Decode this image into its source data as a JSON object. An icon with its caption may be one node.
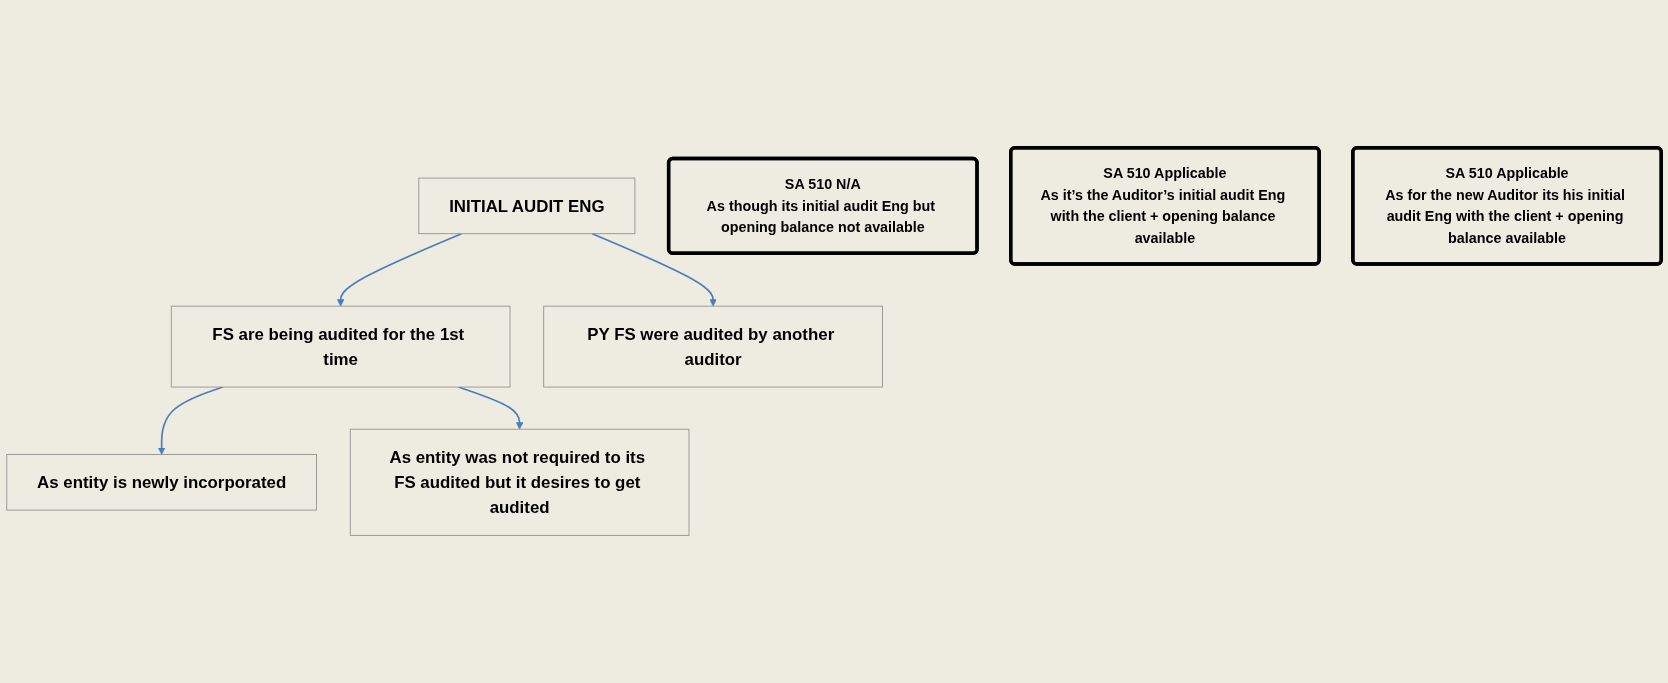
{
  "diagram": {
    "nodes": [
      {
        "text": [
          "INITIAL AUDIT ENG"
        ]
      },
      {
        "text": [
          "FS are being audited for the 1st time"
        ]
      },
      {
        "text": [
          "PY FS were audited by another auditor"
        ]
      },
      {
        "text": [
          "As entity is newly incorporated"
        ]
      },
      {
        "text": [
          "As entity was not required to its FS audited but it desires to get audited"
        ]
      },
      {
        "text": [
          "SA 510 N/A",
          "As though its initial audit Eng but opening balance not available"
        ]
      },
      {
        "text": [
          "SA 510 Applicable",
          "As it’s the Auditor’s initial audit Eng with the client + opening balance available"
        ]
      },
      {
        "text": [
          "SA 510 Applicable",
          "As for the new Auditor its his initial audit Eng with the client + opening balance available"
        ]
      }
    ],
    "edges": [
      {
        "from": 0,
        "to": 1,
        "arrow": "to"
      },
      {
        "from": 0,
        "to": 2,
        "arrow": "to"
      },
      {
        "from": 1,
        "to": 3,
        "arrow": "to"
      },
      {
        "from": 1,
        "to": 4,
        "arrow": "to"
      }
    ]
  }
}
